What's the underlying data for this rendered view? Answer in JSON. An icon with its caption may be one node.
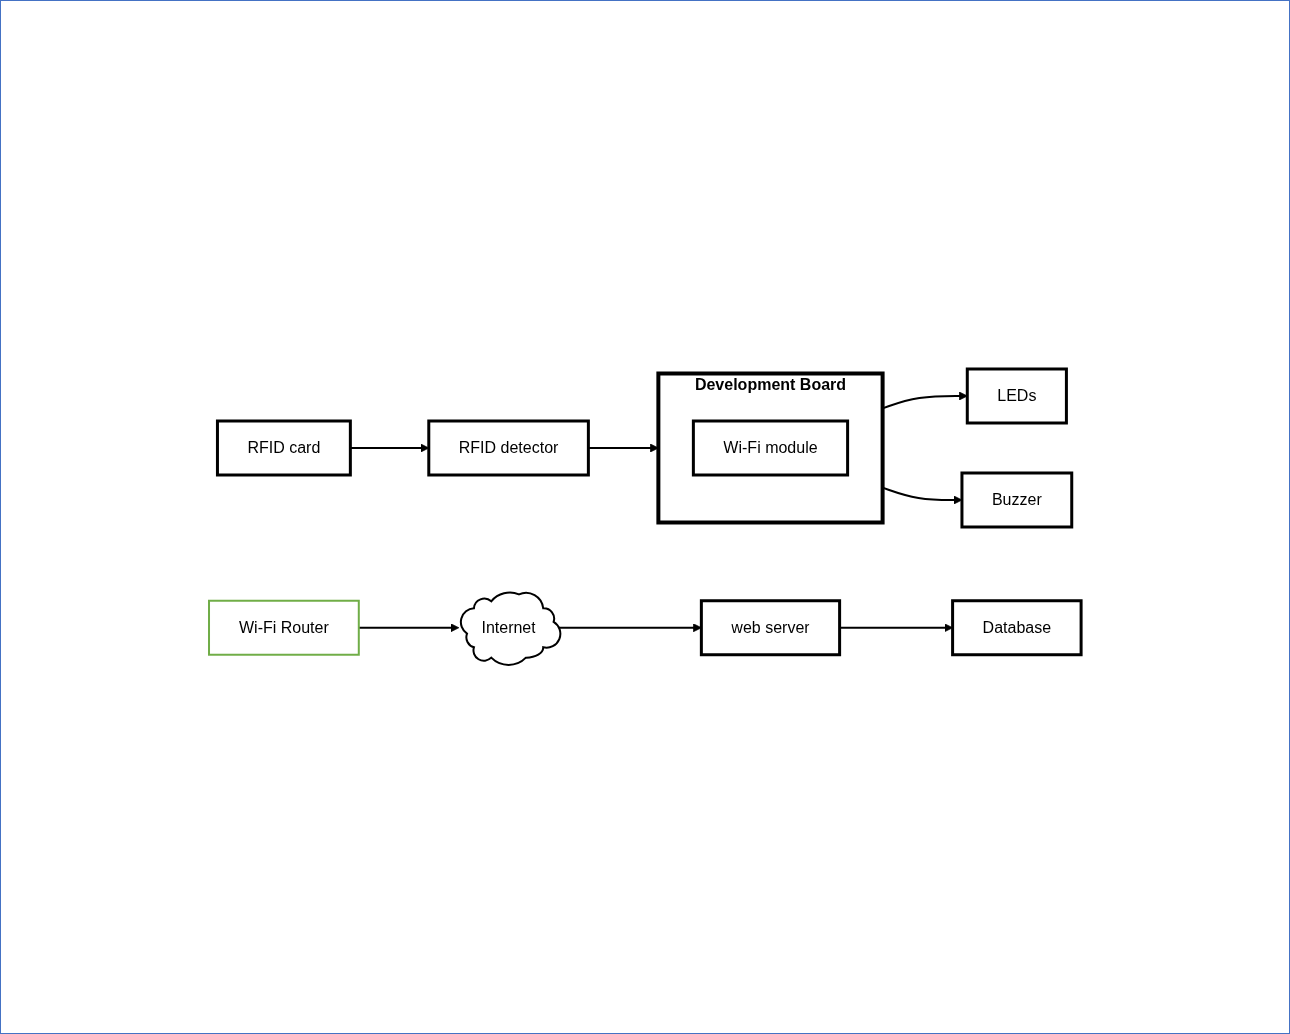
{
  "diagram": {
    "nodes": [
      {
        "text": [
          "RFID detector"
        ]
      },
      {
        "text": [
          "RFID card"
        ]
      },
      {
        "text": [
          "Development Board"
        ]
      },
      {
        "text": [
          "Wi-Fi module"
        ],
        "in": 2
      },
      {
        "text": [
          "Wi-Fi Router"
        ]
      },
      {
        "text": [
          "Internet"
        ]
      },
      {
        "text": [
          "web server"
        ]
      },
      {
        "text": [
          "Database"
        ]
      },
      {
        "text": [
          "LEDs"
        ]
      },
      {
        "text": [
          "Buzzer"
        ]
      }
    ],
    "edges": [
      {
        "from": 1,
        "to": 0,
        "arrow": "to"
      },
      {
        "from": 0,
        "to": 2,
        "arrow": "to"
      },
      {
        "from": 4,
        "to": 5,
        "arrow": "to"
      },
      {
        "from": 5,
        "to": 6,
        "arrow": "to"
      },
      {
        "from": 6,
        "to": 7,
        "arrow": "to"
      },
      {
        "from": 2,
        "to": 8,
        "arrow": "to"
      },
      {
        "from": 2,
        "to": 9,
        "arrow": "to"
      }
    ]
  }
}
